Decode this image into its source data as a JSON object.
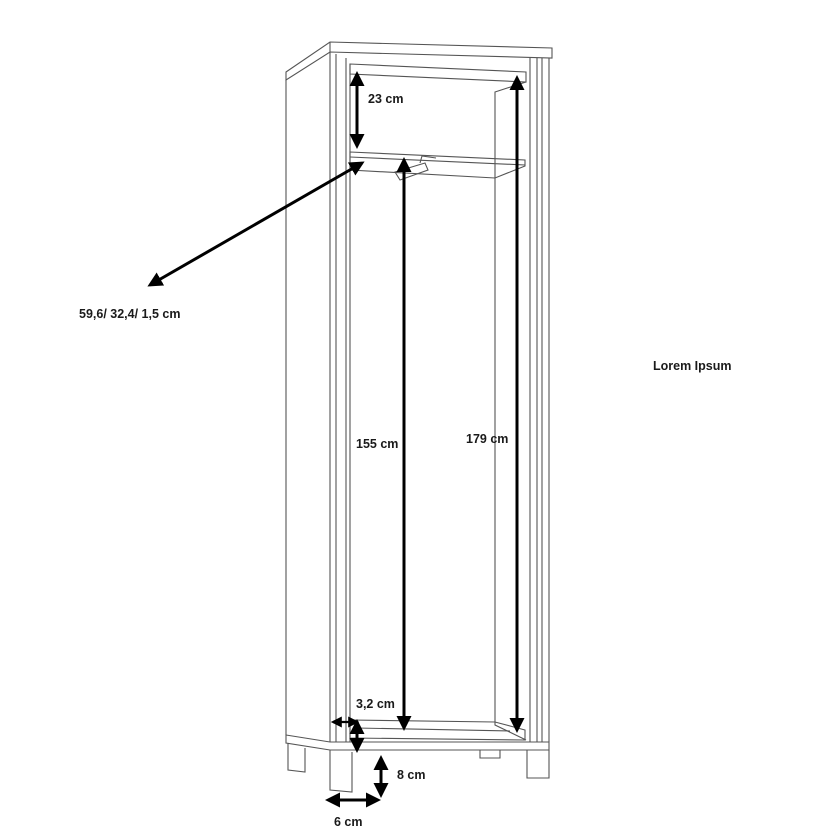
{
  "diagram": {
    "subject": "wardrobe-cabinet",
    "line_color": "#555555",
    "arrow_color": "#000000",
    "label_color": "#1a1a1a"
  },
  "labels": {
    "shelf_gap": "23 cm",
    "shelf_dims": "59,6/ 32,4/ 1,5 cm",
    "rail_height": "155 cm",
    "interior_height": "179 cm",
    "bottom_plinth": "3,2 cm",
    "leg_height": "8 cm",
    "leg_width": "6 cm",
    "product_name": "Lorem Ipsum"
  }
}
